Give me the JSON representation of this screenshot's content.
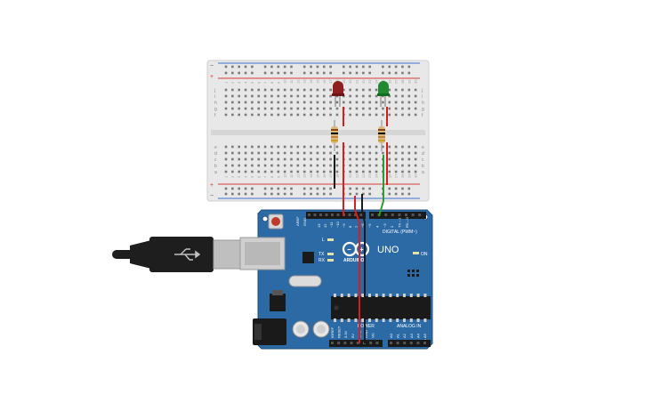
{
  "canvas": {
    "background": "#ffffff"
  },
  "breadboard": {
    "body_color": "#e8e8e8",
    "rail_red": "#d33b3b",
    "rail_blue": "#3b6fd3",
    "rail_plus": "+",
    "rail_minus": "−",
    "row_letters_top": [
      "j",
      "i",
      "h",
      "g",
      "f"
    ],
    "row_letters_bottom": [
      "e",
      "d",
      "c",
      "b",
      "a"
    ],
    "column_numbers": [
      "1",
      "",
      "",
      "",
      "5",
      "",
      "",
      "",
      "",
      "10",
      "",
      "",
      "",
      "",
      "15",
      "",
      "",
      "",
      "",
      "20",
      "",
      "",
      "",
      "",
      "25",
      "",
      "",
      "",
      "",
      "30"
    ]
  },
  "components": {
    "led_red": {
      "name": "Red LED",
      "color": "#8e1f1f"
    },
    "led_green": {
      "name": "Green LED",
      "color": "#1f8a2f"
    },
    "resistor": {
      "body_color": "#d9b77c",
      "bands": [
        "#8b4513",
        "#000000",
        "#c08040",
        "#c9a227"
      ]
    }
  },
  "arduino": {
    "board_color": "#2b6aa5",
    "board_dark": "#1f4f80",
    "brand": "ARDUINO",
    "model": "UNO",
    "digital_label": "DIGITAL (PWM~)",
    "power_label": "POWER",
    "analog_label": "ANALOG IN",
    "led_labels": [
      "L",
      "TX",
      "RX"
    ],
    "on_label": "ON",
    "aref_label": "AREF",
    "gnd_label": "GND",
    "power_pins": [
      "IOREF",
      "RESET",
      "3.3V",
      "5V",
      "GND",
      "GND",
      "Vin"
    ],
    "analog_pins": [
      "A0",
      "A1",
      "A2",
      "A3",
      "A4",
      "A5"
    ],
    "digital_pins": [
      "13",
      "12",
      "~11",
      "~10",
      "~9",
      "8",
      "7",
      "~6",
      "~5",
      "4",
      "~3",
      "2",
      "TX→1",
      "RX←0"
    ]
  },
  "usb_cable": {
    "color": "#1e1e1e",
    "plug_color": "#bfbfbf"
  },
  "wires": {
    "red": "#d42020",
    "black": "#1a1a1a",
    "green": "#2aa02a"
  }
}
